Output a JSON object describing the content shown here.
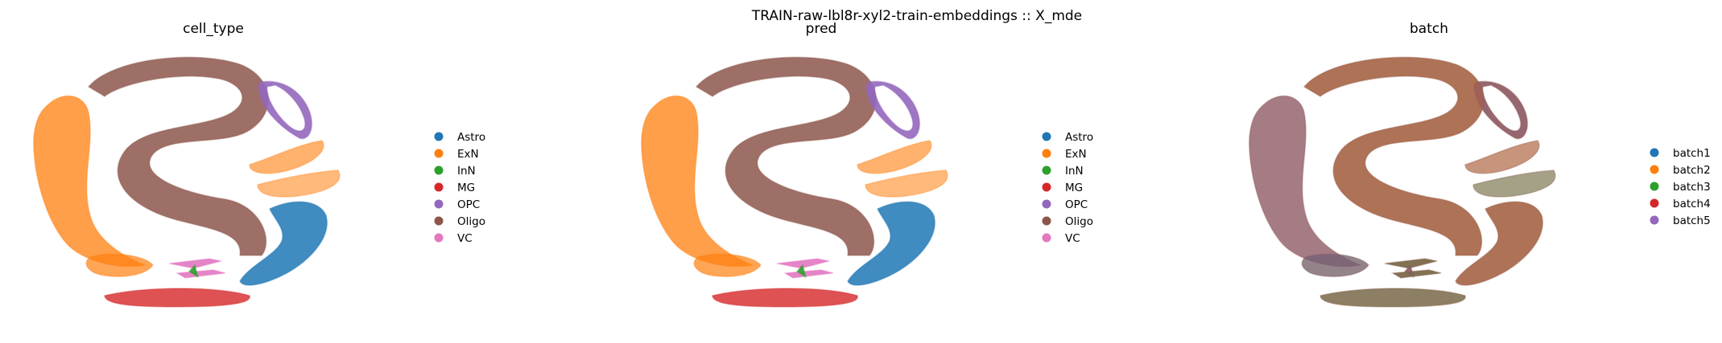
{
  "figure": {
    "suptitle": "TRAIN-raw-lbl8r-xyl2-train-embeddings :: X_mde"
  },
  "chart_data": [
    {
      "type": "scatter",
      "title": "cell_type",
      "xlabel": "",
      "ylabel": "",
      "grid": false,
      "axes_visible": false,
      "legend_position": "right",
      "legend": [
        {
          "label": "Astro",
          "color": "#1f77b4"
        },
        {
          "label": "ExN",
          "color": "#ff7f0e"
        },
        {
          "label": "InN",
          "color": "#2ca02c"
        },
        {
          "label": "MG",
          "color": "#d62728"
        },
        {
          "label": "OPC",
          "color": "#9467bd"
        },
        {
          "label": "Oligo",
          "color": "#8c564b"
        },
        {
          "label": "VC",
          "color": "#e377c2"
        }
      ]
    },
    {
      "type": "scatter",
      "title": "pred",
      "xlabel": "",
      "ylabel": "",
      "grid": false,
      "axes_visible": false,
      "legend_position": "right",
      "legend": [
        {
          "label": "Astro",
          "color": "#1f77b4"
        },
        {
          "label": "ExN",
          "color": "#ff7f0e"
        },
        {
          "label": "InN",
          "color": "#2ca02c"
        },
        {
          "label": "MG",
          "color": "#d62728"
        },
        {
          "label": "OPC",
          "color": "#9467bd"
        },
        {
          "label": "Oligo",
          "color": "#8c564b"
        },
        {
          "label": "VC",
          "color": "#e377c2"
        }
      ]
    },
    {
      "type": "scatter",
      "title": "batch",
      "xlabel": "",
      "ylabel": "",
      "grid": false,
      "axes_visible": false,
      "legend_position": "right",
      "legend": [
        {
          "label": "batch1",
          "color": "#1f77b4"
        },
        {
          "label": "batch2",
          "color": "#ff7f0e"
        },
        {
          "label": "batch3",
          "color": "#2ca02c"
        },
        {
          "label": "batch4",
          "color": "#d62728"
        },
        {
          "label": "batch5",
          "color": "#9467bd"
        }
      ]
    }
  ]
}
